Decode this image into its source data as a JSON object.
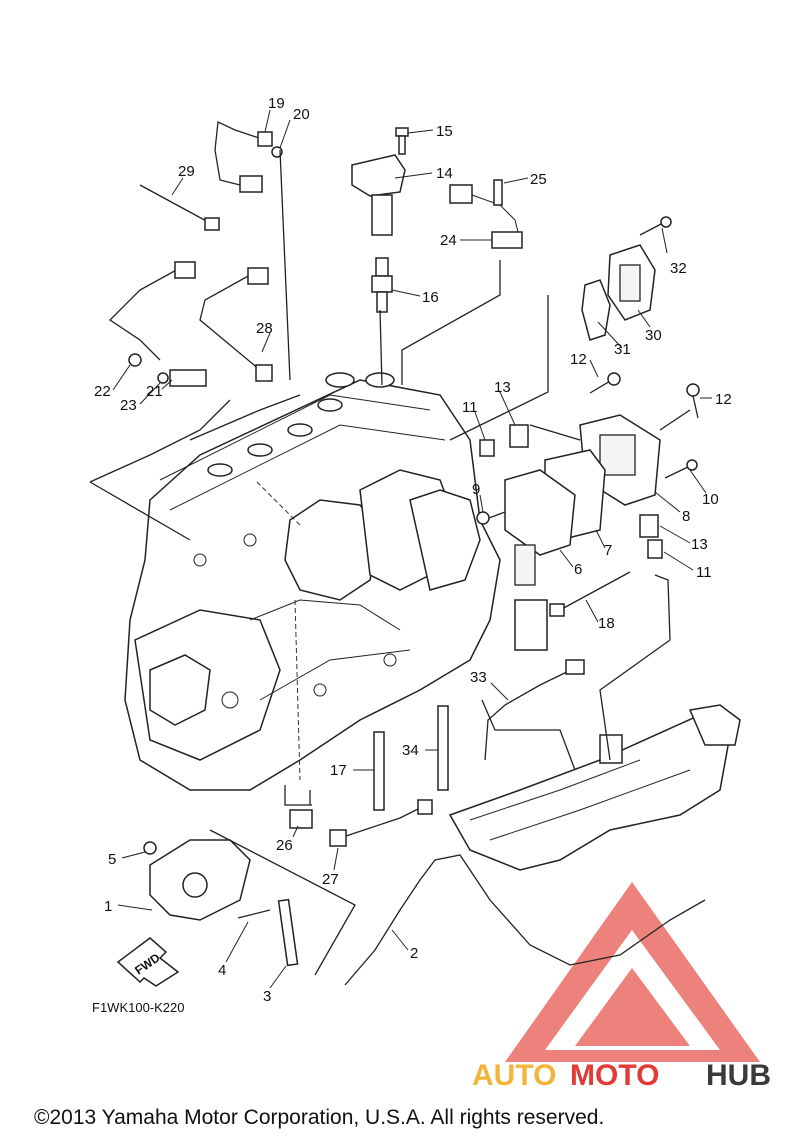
{
  "diagram_code": "F1WK100-K220",
  "fwd_label": "FWD",
  "copyright": "©2013 Yamaha Motor Corporation, U.S.A. All rights reserved.",
  "watermark": {
    "auto": "AUTO",
    "moto": "MOTO",
    "hub": "HUB",
    "colors": {
      "auto": "#f2b43a",
      "moto": "#e23b35",
      "hub": "#3a3a3a",
      "triangle": "#e8574f"
    }
  },
  "callouts": {
    "c1": "1",
    "c2": "2",
    "c3": "3",
    "c4": "4",
    "c5": "5",
    "c6": "6",
    "c7": "7",
    "c8": "8",
    "c9": "9",
    "c10": "10",
    "c11a": "11",
    "c11b": "11",
    "c12a": "12",
    "c12b": "12",
    "c13a": "13",
    "c13b": "13",
    "c14": "14",
    "c15": "15",
    "c16": "16",
    "c17": "17",
    "c18": "18",
    "c19": "19",
    "c20": "20",
    "c21": "21",
    "c22": "22",
    "c23": "23",
    "c24": "24",
    "c25": "25",
    "c26": "26",
    "c27": "27",
    "c28": "28",
    "c29": "29",
    "c30": "30",
    "c31": "31",
    "c32": "32",
    "c33": "33",
    "c34": "34"
  }
}
